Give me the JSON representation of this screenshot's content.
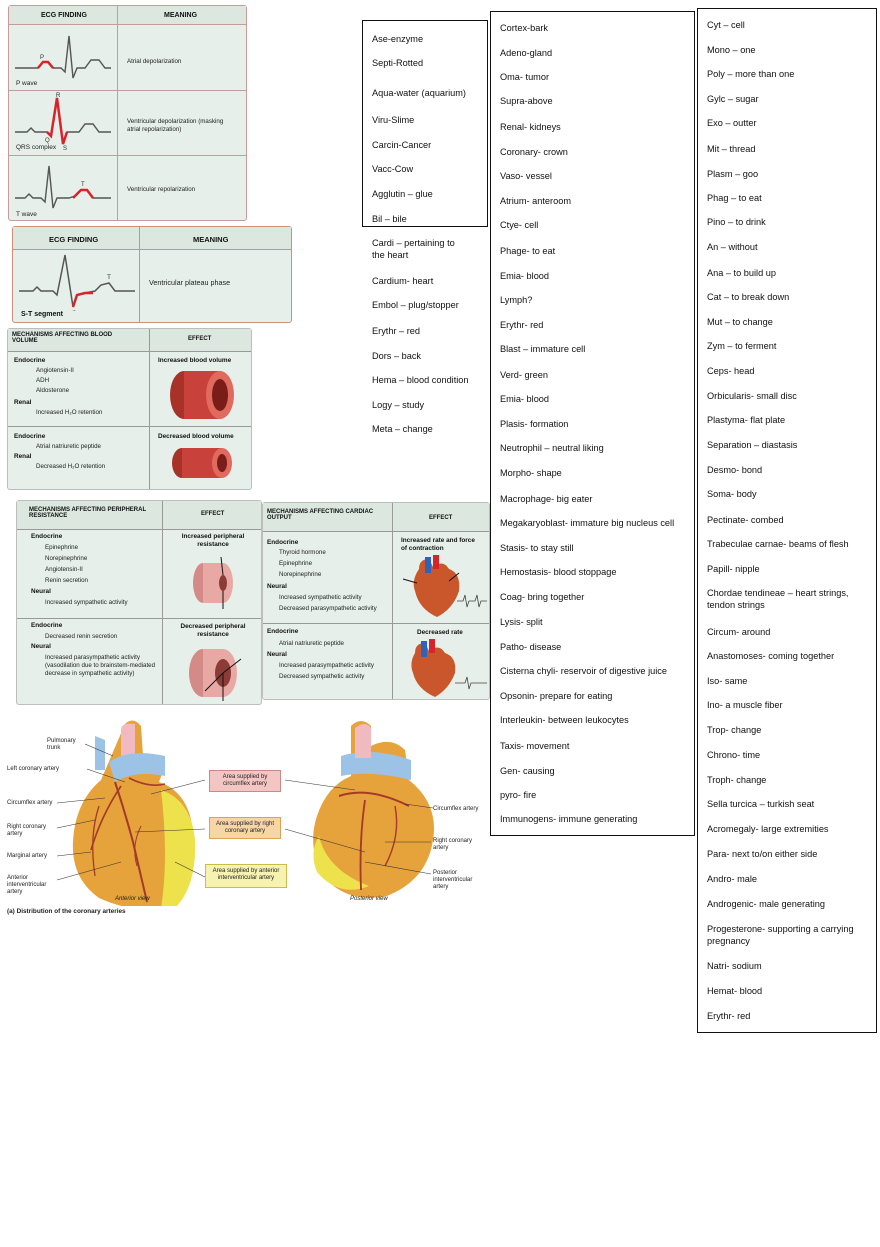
{
  "col1": [
    "Ase-enzyme",
    "Septi-Rotted",
    "Aqua-water (aquarium)",
    "Viru-Slime",
    "Carcin-Cancer",
    "Vacc-Cow",
    "Agglutin – glue",
    "Bil – bile",
    "Cardi – pertaining to the heart",
    "Cardium- heart",
    "Embol – plug/stopper",
    "Erythr – red",
    "Dors – back",
    "Hema – blood condition",
    "Logy – study",
    "Meta – change"
  ],
  "col2": [
    "Cortex-bark",
    "Adeno-gland",
    "Oma- tumor",
    "Supra-above",
    "Renal- kidneys",
    "Coronary- crown",
    "Vaso- vessel",
    "Atrium- anteroom",
    "Ctye- cell",
    "Phage- to eat",
    "Emia- blood",
    "Lymph?",
    "Erythr- red",
    "Blast – immature cell",
    "Verd- green",
    "Emia- blood",
    "Plasis- formation",
    "Neutrophil – neutral liking",
    "Morpho- shape",
    "Macrophage- big eater",
    "Megakaryoblast- immature big nucleus cell",
    "Stasis- to stay still",
    "Hemostasis- blood stoppage",
    "Coag- bring together",
    "Lysis- split",
    "Patho- disease",
    "Cisterna chyli- reservoir of digestive juice",
    "Opsonin- prepare for eating",
    "Interleukin- between leukocytes",
    "Taxis- movement",
    "Gen- causing",
    "pyro- fire",
    "Immunogens- immune generating"
  ],
  "col3": [
    "Cyt – cell",
    "Mono – one",
    "Poly – more than one",
    "Gylc – sugar",
    "Exo – outter",
    "Mit – thread",
    "Plasm – goo",
    "Phag – to eat",
    "Pino – to drink",
    "An – without",
    "Ana – to build up",
    "Cat – to break down",
    "Mut – to change",
    "Zym – to ferment",
    "Ceps- head",
    "Orbicularis- small disc",
    "Plastyma- flat plate",
    "Separation – diastasis",
    "Desmo- bond",
    "Soma- body",
    "Pectinate- combed",
    "Trabeculae carnae- beams of flesh",
    "Papill- nipple",
    "Chordae tendineae – heart strings, tendon strings",
    "Circum- around",
    "Anastomoses- coming together",
    "Iso- same",
    "Ino- a muscle fiber",
    "Trop- change",
    "Chrono- time",
    "Troph- change",
    "Sella turcica – turkish seat",
    "Acromegaly- large extremities",
    "Para- next to/on either side",
    "Andro- male",
    "Androgenic- male generating",
    "Progesterone- supporting a carrying pregnancy",
    "Natri- sodium",
    "Hemat- blood",
    "Erythr- red"
  ],
  "ecg1": {
    "h1": "ECG FINDING",
    "h2": "MEANING",
    "rows": [
      {
        "label": "P wave",
        "meaning": "Atrial depolarization",
        "marks": [
          "P"
        ]
      },
      {
        "label": "QRS complex",
        "meaning": "Ventricular depolarization (masking atrial repolarization)",
        "marks": [
          "R",
          "Q",
          "S"
        ]
      },
      {
        "label": "T wave",
        "meaning": "Ventricular repolarization",
        "marks": [
          "T"
        ]
      }
    ]
  },
  "ecg2": {
    "h1": "ECG FINDING",
    "h2": "MEANING",
    "label": "S-T segment",
    "meaning": "Ventricular plateau phase",
    "marks": [
      "T",
      "S"
    ]
  },
  "bv": {
    "h1": "MECHANISMS AFFECTING BLOOD VOLUME",
    "h2": "EFFECT",
    "r1": {
      "head1": "Endocrine",
      "items1": [
        "Angiotensin-II",
        "ADH",
        "Aldosterone"
      ],
      "head2": "Renal",
      "items2": [
        "Increased H₂O retention"
      ],
      "effect": "Increased blood volume"
    },
    "r2": {
      "head1": "Endocrine",
      "items1": [
        "Atrial natriuretic peptide"
      ],
      "head2": "Renal",
      "items2": [
        "Decreased H₂O retention"
      ],
      "effect": "Decreased blood volume"
    }
  },
  "pr": {
    "h1": "MECHANISMS AFFECTING PERIPHERAL RESISTANCE",
    "h2": "EFFECT",
    "r1": {
      "head1": "Endocrine",
      "items1": [
        "Epinephrine",
        "Norepinephrine",
        "Angiotensin-II",
        "Renin secretion"
      ],
      "head2": "Neural",
      "items2": [
        "Increased sympathetic activity"
      ],
      "effect": "Increased peripheral resistance"
    },
    "r2": {
      "head1": "Endocrine",
      "items1": [
        "Decreased renin secretion"
      ],
      "head2": "Neural",
      "items2": [
        "Increased parasympathetic activity (vasodilation due to brainstem-mediated decrease in sympathetic activity)"
      ],
      "effect": "Decreased peripheral resistance"
    }
  },
  "co": {
    "h1": "MECHANISMS AFFECTING CARDIAC OUTPUT",
    "h2": "EFFECT",
    "r1": {
      "head1": "Endocrine",
      "items1": [
        "Thyroid hormone",
        "Epinephrine",
        "Norepinephrine"
      ],
      "head2": "Neural",
      "items2": [
        "Increased sympathetic activity",
        "Decreased parasympathetic activity"
      ],
      "effect": "Increased rate and force of contraction"
    },
    "r2": {
      "head1": "Endocrine",
      "items1": [
        "Atrial natriuretic peptide"
      ],
      "head2": "Neural",
      "items2": [
        "Increased parasympathetic activity",
        "Decreased sympathetic activity"
      ],
      "effect": "Decreased rate"
    }
  },
  "coronary": {
    "left_labels": [
      "Pulmonary trunk",
      "Left coronary artery",
      "Circumflex artery",
      "Right coronary artery",
      "Marginal artery",
      "Anterior interventricular artery"
    ],
    "center_labels": [
      "Area supplied by circumflex artery",
      "Area supplied by right coronary artery",
      "Area supplied by anterior interventricular artery"
    ],
    "right_labels": [
      "Circumflex artery",
      "Right coronary artery",
      "Posterior interventricular artery"
    ],
    "anterior": "Anterior view",
    "posterior": "Posterior view",
    "caption": "(a) Distribution of the coronary arteries"
  },
  "colors": {
    "box_border": "#111111",
    "table_bg": "#e6efe9",
    "table_border": "#c99a9a",
    "ecg_red": "#d8232a",
    "vessel": "#c8413a",
    "heart_yellow": "#ede24c"
  }
}
